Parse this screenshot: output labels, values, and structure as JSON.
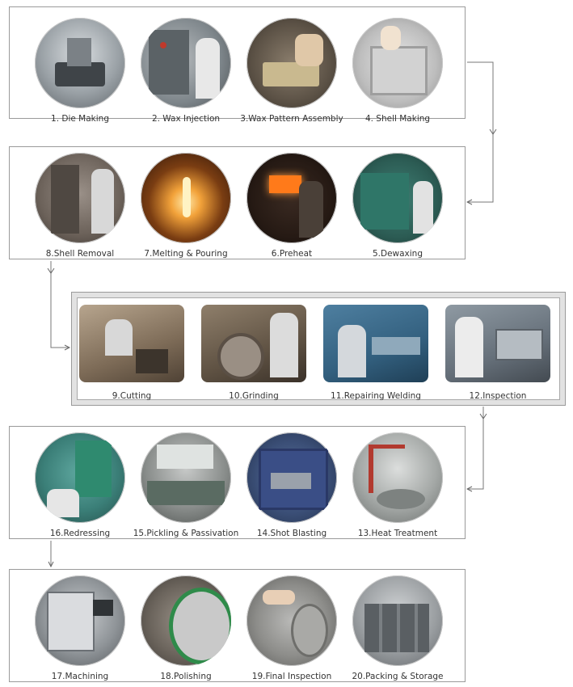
{
  "rows": [
    {
      "id": "row1",
      "steps": [
        {
          "label": "1. Die Making",
          "icon": "die-making-photo-icon"
        },
        {
          "label": "2. Wax Injection",
          "icon": "wax-injection-photo-icon"
        },
        {
          "label": "3.Wax Pattern Assembly",
          "icon": "wax-assembly-photo-icon"
        },
        {
          "label": "4. Shell Making",
          "icon": "shell-making-photo-icon"
        }
      ]
    },
    {
      "id": "row2",
      "steps": [
        {
          "label": "8.Shell Removal",
          "icon": "shell-removal-photo-icon"
        },
        {
          "label": "7.Melting & Pouring",
          "icon": "melting-pouring-photo-icon"
        },
        {
          "label": "6.Preheat",
          "icon": "preheat-photo-icon"
        },
        {
          "label": "5.Dewaxing",
          "icon": "dewaxing-photo-icon"
        }
      ]
    },
    {
      "id": "row3",
      "steps": [
        {
          "label": "9.Cutting",
          "icon": "cutting-photo-icon"
        },
        {
          "label": "10.Grinding",
          "icon": "grinding-photo-icon"
        },
        {
          "label": "11.Repairing Welding",
          "icon": "welding-photo-icon"
        },
        {
          "label": "12.Inspection",
          "icon": "inspection-photo-icon"
        }
      ]
    },
    {
      "id": "row4",
      "steps": [
        {
          "label": "16.Redressing",
          "icon": "redressing-photo-icon"
        },
        {
          "label": "15.Pickling & Passivation",
          "icon": "pickling-photo-icon"
        },
        {
          "label": "14.Shot Blasting",
          "icon": "shot-blasting-photo-icon"
        },
        {
          "label": "13.Heat Treatment",
          "icon": "heat-treatment-photo-icon"
        }
      ]
    },
    {
      "id": "row5",
      "steps": [
        {
          "label": "17.Machining",
          "icon": "machining-photo-icon"
        },
        {
          "label": "18.Polishing",
          "icon": "polishing-photo-icon"
        },
        {
          "label": "19.Final Inspection",
          "icon": "final-inspection-photo-icon"
        },
        {
          "label": "20.Packing & Storage",
          "icon": "packing-storage-photo-icon"
        }
      ]
    }
  ],
  "colors": {
    "border": "#9a9a9a",
    "arrow": "#666666",
    "label": "#333333",
    "gray_panel": "#e2e2e2"
  }
}
